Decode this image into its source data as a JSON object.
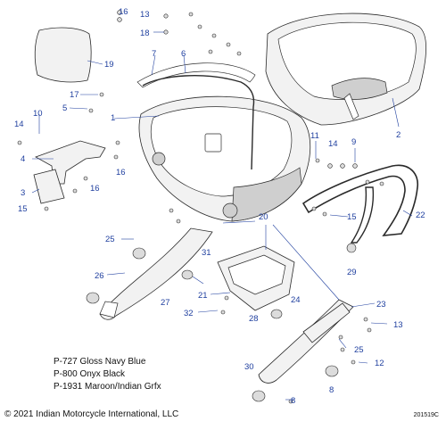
{
  "callouts": {
    "c1": "1",
    "c2": "2",
    "c3": "3",
    "c4": "4",
    "c5": "5",
    "c6": "6",
    "c7": "7",
    "c8a": "8",
    "c8b": "8",
    "c9": "9",
    "c10": "10",
    "c11": "11",
    "c12": "12",
    "c13a": "13",
    "c13b": "13",
    "c14a": "14",
    "c14b": "14",
    "c15a": "15",
    "c15b": "15",
    "c16a": "16",
    "c16b": "16",
    "c16c": "16",
    "c17": "17",
    "c18": "18",
    "c19": "19",
    "c20": "20",
    "c21": "21",
    "c22": "22",
    "c23": "23",
    "c24": "24",
    "c25a": "25",
    "c25b": "25",
    "c26": "26",
    "c27": "27",
    "c28": "28",
    "c29": "29",
    "c30": "30",
    "c31": "31",
    "c32": "32"
  },
  "paint_codes": [
    "P-727 Gloss Navy Blue",
    "P-800 Onyx Black",
    "P-1931 Maroon/Indian Grfx"
  ],
  "copyright": "© 2021 Indian Motorcycle International, LLC",
  "diagram_id": "201519C"
}
